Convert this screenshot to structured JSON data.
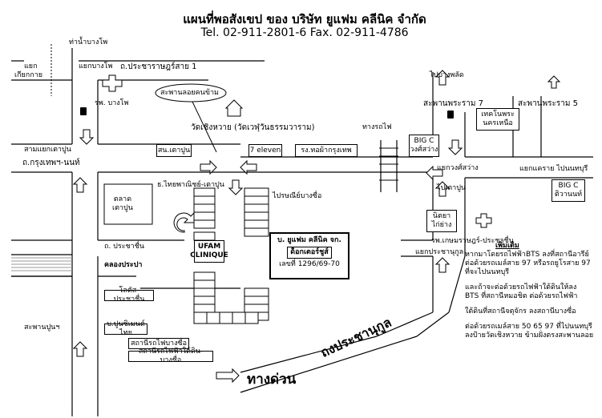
{
  "header": {
    "title": "แผนที่พอสังเขป ของ บริษัท ยูแฟม คลีนิค จำกัด",
    "contact": "Tel. 02-911-2801-6  Fax. 02-911-4786"
  },
  "labels": {
    "tha_nam": "ท่าน้ำบางโพ",
    "yaek_kiak": "แยก",
    "kiak_kai": "เกียกกาย",
    "yaek_bangpho": "แยกบางโพ",
    "pracharat": "ถ.ประชาราษฎร์สาย 1",
    "hosp_bangpho": "รพ. บางโพ",
    "pier_lamp": "สะพานลอยคนข้าม",
    "temple": "วัดเชิงหวาย (วัดเวฬุวันธรรมวาราม)",
    "railway": "ทางรถไฟ",
    "pai_bangphlat": "ไปบางพลัด",
    "bridge7": "สะพานพระราม 7",
    "bridge5": "สะพานพระราม 5",
    "techno": "เทคโนพระ\nนครเหนือ",
    "big_c_wongsawang": "BIG C\nวงศ์สว่าง",
    "sam_yaek": "สามแยกเตาปูน",
    "sor_bor": "สน.เตาปูน",
    "seven": "7 eleven",
    "ror_ngor": "รง.ทอผ้ากรุงเทพ",
    "krungthep_nont": "ถ.กรุงเทพฯ-นนท์",
    "yaek_wongsawang": "แยกวงศ์สว่าง",
    "yaek_khae_rai": "แยกแคราย ไปนนทบุรี",
    "big_c_khae_rai": "BIG C\nติวานนท์",
    "thaipanich": "ธ.ไทยพาณิชย์-เตาปูน",
    "post": "ไปรษณีย์บางซื่อ",
    "pai_taopoon": "ไปเตาปูน",
    "market": "ตลาด\nเตาปูน",
    "nittaya": "นิตยา\nไก่ย่าง",
    "ufam": "UFAM\nCLINIQUE",
    "company": "บ. ยูแฟม คลีนิค จก.",
    "doctor": "ด็อกเตอร์ชูส์",
    "addr_no": "เลขที่ 1296/69-70",
    "hosp_kasem": "รพ.เกษมราษฎร์-ประชาชื่น",
    "prachachuen_rd": "ถ. ประชาชื่น",
    "canal": "คลองประปา",
    "yaek_prachanukul": "แยกประชานุกูล",
    "lotus": "โลตัส-ประชาชื่น",
    "pier_poon": "สะพานปูนฯ",
    "siam_cement": "บ.ปูนซิเมนต์ไทย",
    "bangsue_train": "สถานีรถไฟบางซื่อ",
    "mrt_bangsue": "สถานีรถไฟฟ้าใต้ดิน-บางซื่อ",
    "expressway": "ทางด่วน",
    "prachanukul": "ถงประชานุกูล"
  },
  "notes": {
    "heading": "เพิ่มเติม",
    "lines_a": [
      "หากมาโดยรถไฟฟ้าBTS ลงที่สถานีอารีย์",
      "ต่อด้วยรถเมล์สาย 97 หรือรถยูโรสาย 97",
      "ที่จะไปนนทบุรี"
    ],
    "lines_b": [
      "และถ้าจะต่อด้วยรถไฟฟ้าใต้ดินให้ลง",
      "BTS ที่สถานีหมอชิต ต่อด้วยรถไฟฟ้า",
      "ใต้ดินที่สถานีจตุจักร ลงสถานีบางซื่อ"
    ],
    "lines_c": [
      "ต่อด้วยรถเมล์สาย 50 65 97 ที่ไปนนทบุรี",
      "ลงป้ายวัดเชิงหวาย ข้ามฝั่งตรงสะพานลอย"
    ]
  }
}
